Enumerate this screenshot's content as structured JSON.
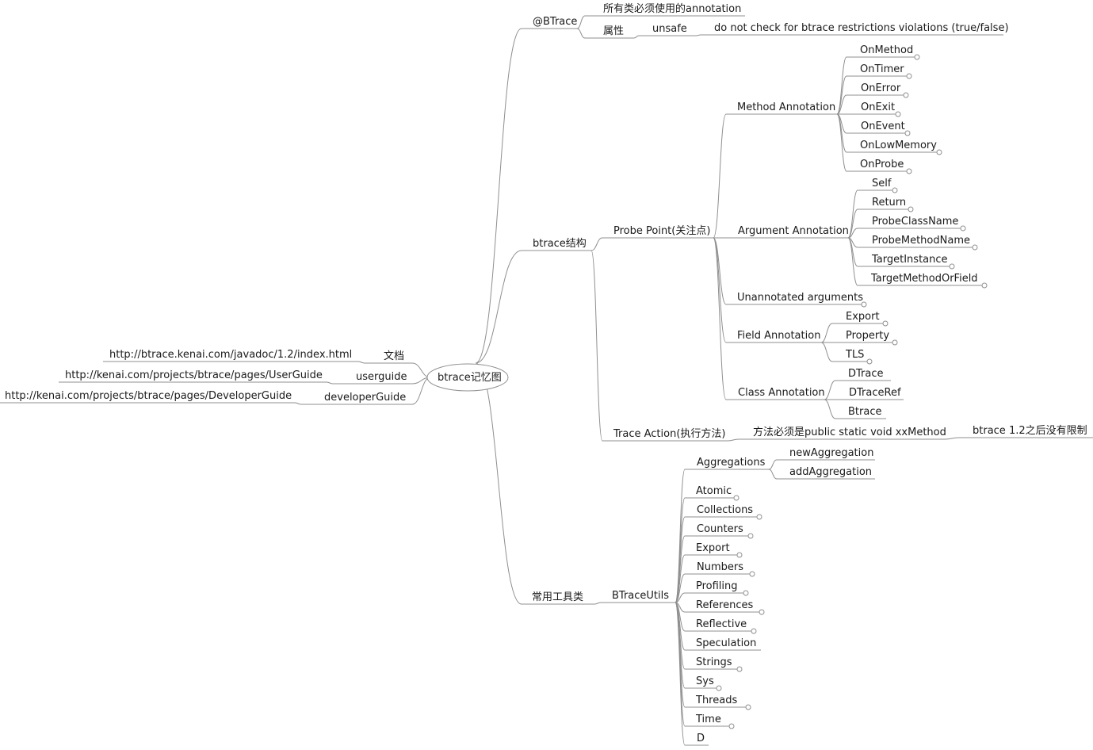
{
  "colors": {
    "line": "#8f8f8f",
    "text": "#1a1a1a",
    "background": "#ffffff"
  },
  "nodes": [
    {
      "id": "root",
      "label": "btrace记忆图",
      "parent": null
    },
    {
      "id": "btrace_anno",
      "label": "@BTrace",
      "parent": "root"
    },
    {
      "id": "all_classes",
      "label": "所有类必须使用的annotation",
      "parent": "btrace_anno"
    },
    {
      "id": "attr",
      "label": "属性",
      "parent": "btrace_anno"
    },
    {
      "id": "unsafe",
      "label": "unsafe",
      "parent": "attr"
    },
    {
      "id": "unsafe_desc",
      "label": "do not check for btrace restrictions violations (true/false)",
      "parent": "unsafe"
    },
    {
      "id": "structure",
      "label": "btrace结构",
      "parent": "root"
    },
    {
      "id": "probe",
      "label": "Probe Point(关注点)",
      "parent": "structure"
    },
    {
      "id": "method_anno",
      "label": "Method Annotation",
      "parent": "probe"
    },
    {
      "id": "onmethod",
      "label": "OnMethod",
      "parent": "method_anno",
      "folded": true
    },
    {
      "id": "ontimer",
      "label": "OnTimer",
      "parent": "method_anno",
      "folded": true
    },
    {
      "id": "onerror",
      "label": "OnError",
      "parent": "method_anno",
      "folded": true
    },
    {
      "id": "onexit",
      "label": "OnExit",
      "parent": "method_anno",
      "folded": true
    },
    {
      "id": "onevent",
      "label": "OnEvent",
      "parent": "method_anno",
      "folded": true
    },
    {
      "id": "onlowmemory",
      "label": "OnLowMemory",
      "parent": "method_anno",
      "folded": true
    },
    {
      "id": "onprobe",
      "label": "OnProbe",
      "parent": "method_anno",
      "folded": true
    },
    {
      "id": "arg_anno",
      "label": "Argument Annotation",
      "parent": "probe"
    },
    {
      "id": "self",
      "label": "Self",
      "parent": "arg_anno",
      "folded": true
    },
    {
      "id": "return",
      "label": "Return",
      "parent": "arg_anno",
      "folded": true
    },
    {
      "id": "probeclassname",
      "label": "ProbeClassName",
      "parent": "arg_anno",
      "folded": true
    },
    {
      "id": "probemethodname",
      "label": "ProbeMethodName",
      "parent": "arg_anno",
      "folded": true
    },
    {
      "id": "targetinstance",
      "label": "TargetInstance",
      "parent": "arg_anno",
      "folded": true
    },
    {
      "id": "targetmethodorfield",
      "label": "TargetMethodOrField",
      "parent": "arg_anno",
      "folded": true
    },
    {
      "id": "unannotated",
      "label": "Unannotated arguments",
      "parent": "probe",
      "folded": true
    },
    {
      "id": "field_anno",
      "label": "Field Annotation",
      "parent": "probe"
    },
    {
      "id": "export_f",
      "label": "Export",
      "parent": "field_anno",
      "folded": true
    },
    {
      "id": "property",
      "label": "Property",
      "parent": "field_anno",
      "folded": true
    },
    {
      "id": "tls",
      "label": "TLS",
      "parent": "field_anno",
      "folded": true
    },
    {
      "id": "class_anno",
      "label": "Class Annotation",
      "parent": "probe"
    },
    {
      "id": "dtrace",
      "label": "DTrace",
      "parent": "class_anno"
    },
    {
      "id": "dtraceref",
      "label": "DTraceRef",
      "parent": "class_anno"
    },
    {
      "id": "btrace_c",
      "label": "Btrace",
      "parent": "class_anno"
    },
    {
      "id": "trace_action",
      "label": "Trace Action(执行方法)",
      "parent": "structure"
    },
    {
      "id": "method_must",
      "label": "方法必须是public static void xxMethod",
      "parent": "trace_action"
    },
    {
      "id": "no_limit",
      "label": "btrace 1.2之后没有限制",
      "parent": "method_must"
    },
    {
      "id": "tools",
      "label": "常用工具类",
      "parent": "root"
    },
    {
      "id": "btraceutils",
      "label": "BTraceUtils",
      "parent": "tools"
    },
    {
      "id": "aggregations",
      "label": "Aggregations",
      "parent": "btraceutils"
    },
    {
      "id": "newaggregation",
      "label": "newAggregation",
      "parent": "aggregations"
    },
    {
      "id": "addaggregation",
      "label": "addAggregation",
      "parent": "aggregations"
    },
    {
      "id": "atomic",
      "label": "Atomic",
      "parent": "btraceutils",
      "folded": true
    },
    {
      "id": "collections",
      "label": "Collections",
      "parent": "btraceutils",
      "folded": true
    },
    {
      "id": "counters",
      "label": "Counters",
      "parent": "btraceutils",
      "folded": true
    },
    {
      "id": "export_u",
      "label": "Export",
      "parent": "btraceutils",
      "folded": true
    },
    {
      "id": "numbers",
      "label": "Numbers",
      "parent": "btraceutils",
      "folded": true
    },
    {
      "id": "profiling",
      "label": "Profiling",
      "parent": "btraceutils",
      "folded": true
    },
    {
      "id": "references",
      "label": "References",
      "parent": "btraceutils",
      "folded": true
    },
    {
      "id": "reflective",
      "label": "Reflective",
      "parent": "btraceutils",
      "folded": true
    },
    {
      "id": "speculation",
      "label": "Speculation",
      "parent": "btraceutils"
    },
    {
      "id": "strings",
      "label": "Strings",
      "parent": "btraceutils",
      "folded": true
    },
    {
      "id": "sys",
      "label": "Sys",
      "parent": "btraceutils",
      "folded": true
    },
    {
      "id": "threads",
      "label": "Threads",
      "parent": "btraceutils",
      "folded": true
    },
    {
      "id": "time",
      "label": "Time",
      "parent": "btraceutils",
      "folded": true
    },
    {
      "id": "d",
      "label": "D",
      "parent": "btraceutils"
    },
    {
      "id": "doc",
      "label": "文档",
      "parent": "root"
    },
    {
      "id": "doc_url",
      "label": "http://btrace.kenai.com/javadoc/1.2/index.html",
      "parent": "doc"
    },
    {
      "id": "userguide",
      "label": "userguide",
      "parent": "root"
    },
    {
      "id": "userguide_url",
      "label": "http://kenai.com/projects/btrace/pages/UserGuide",
      "parent": "userguide"
    },
    {
      "id": "devguide",
      "label": "developerGuide",
      "parent": "root"
    },
    {
      "id": "devguide_url",
      "label": "http://kenai.com/projects/btrace/pages/DeveloperGuide",
      "parent": "devguide"
    }
  ]
}
